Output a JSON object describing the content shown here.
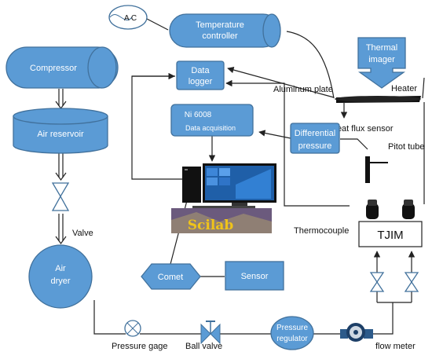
{
  "labels": {
    "ac": "A C",
    "temperature_controller": "Temperature controller",
    "thermal_imager": "Thermal imager",
    "compressor": "Compressor",
    "air_reservoir": "Air reservoir",
    "data_logger": "Data logger",
    "aluminum_plate": "Aluminum plate",
    "heater": "Heater",
    "heat_flux_sensor": "Heat flux sensor",
    "ni_line1": "Ni 6008",
    "ni_line2": "Data acquisition",
    "differential_pressure": "Differential pressure",
    "pitot_tube": "Pitot tube",
    "valve": "Valve",
    "thermocouple": "Thermocouple",
    "tjim": "TJIM",
    "air_dryer": "Air dryer",
    "comet": "Comet",
    "sensor": "Sensor",
    "pressure_gage": "Pressure gage",
    "ball_valve": "Ball valve",
    "pressure_regulator": "Pressure regulator",
    "flow_meter": "flow meter",
    "scilab": "Scilab"
  },
  "colors": {
    "shape_fill": "#5b9bd5",
    "shape_stroke": "#41719c",
    "line": "#222222",
    "text_on_shape": "#ffffff"
  }
}
